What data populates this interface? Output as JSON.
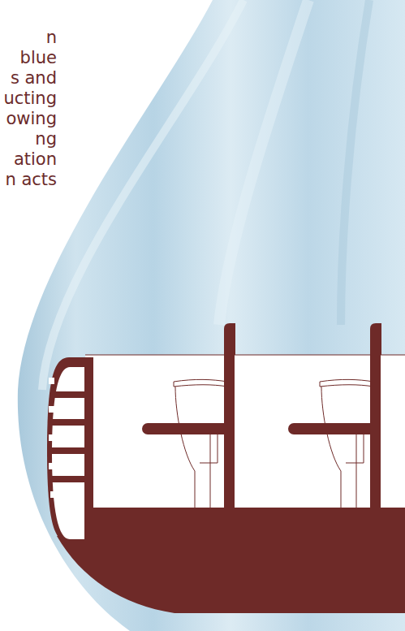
{
  "diagram": {
    "labels": [
      "n",
      "blue",
      "s and",
      "ucting",
      "owing",
      "ng",
      "ation",
      "n acts"
    ]
  }
}
